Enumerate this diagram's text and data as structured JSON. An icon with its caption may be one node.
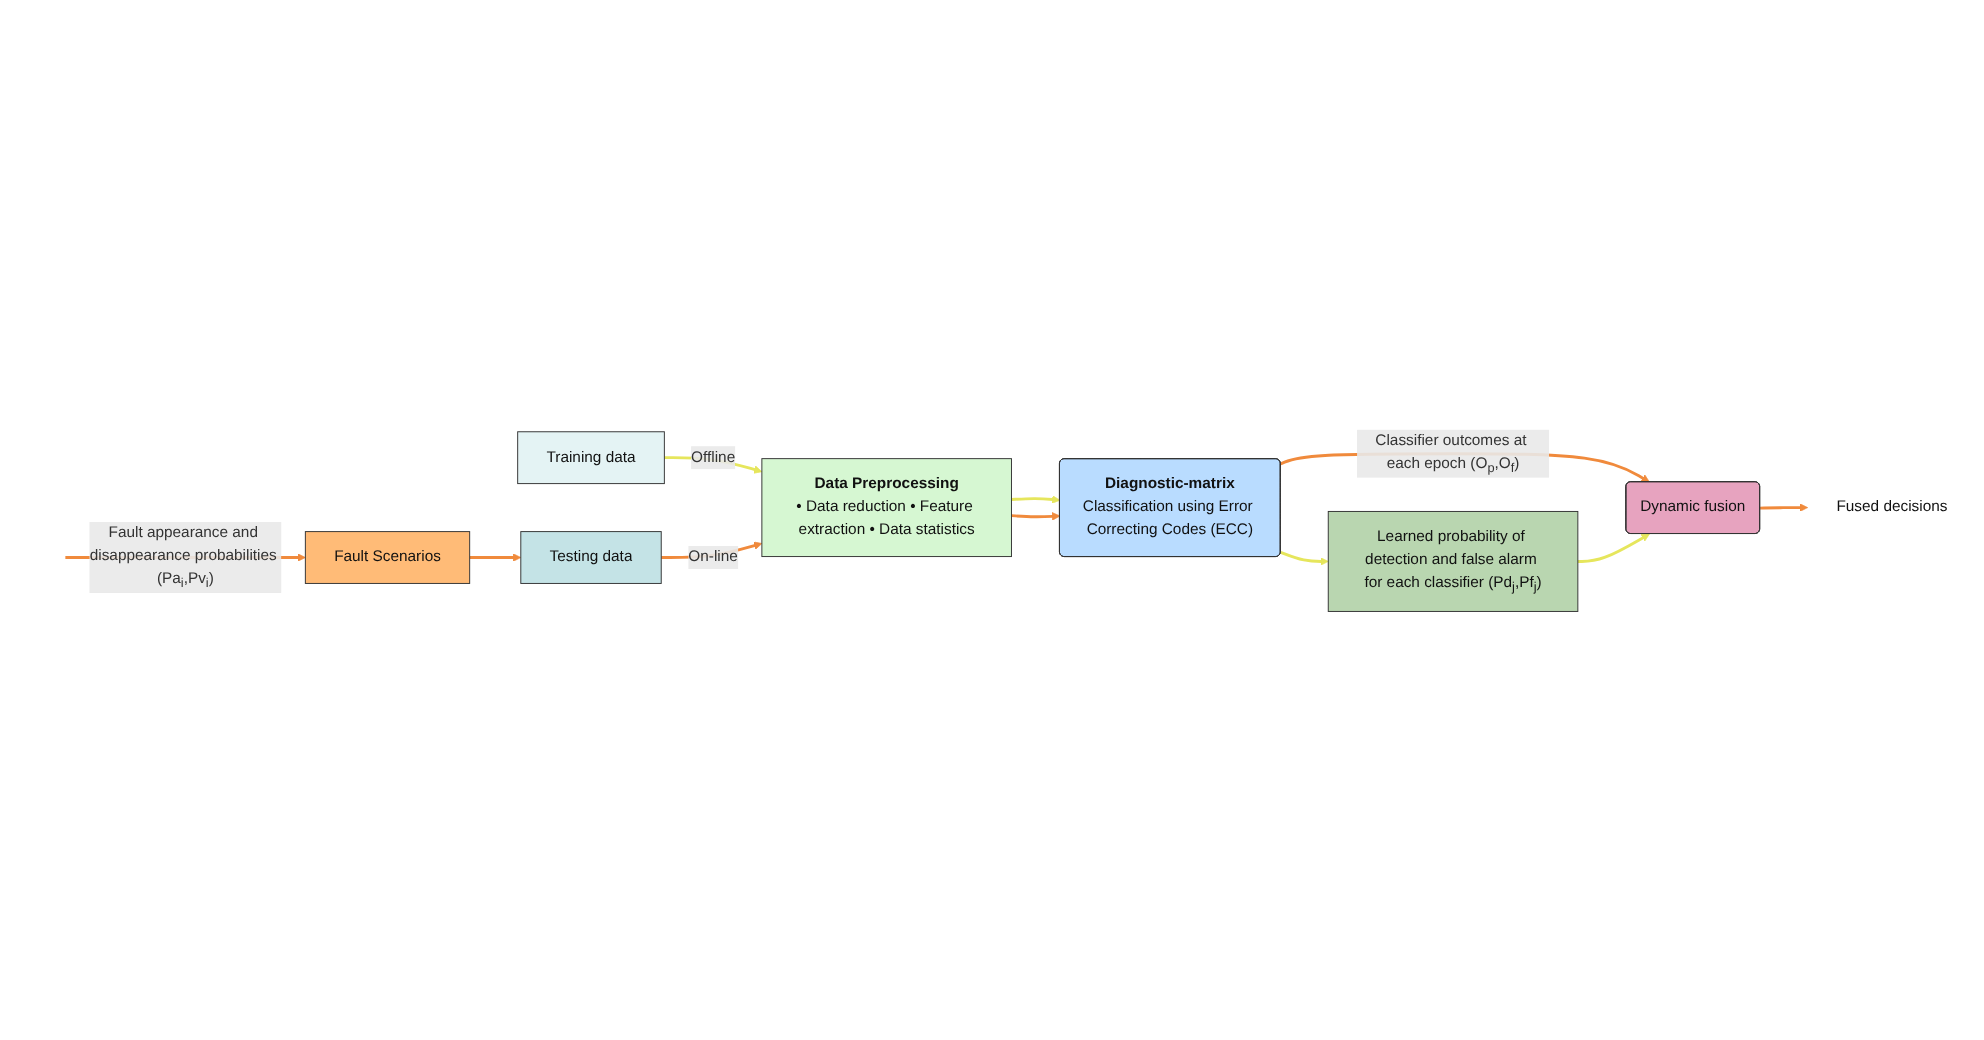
{
  "diagram": {
    "nodes": [
      {
        "text": [
          "Training data"
        ]
      },
      {
        "text": [
          "Testing data"
        ]
      },
      {
        "text": [
          "Data Preprocessing",
          "• Data reduction • Feature extraction • Data statistics"
        ]
      },
      {
        "text": [
          "Diagnostic-matrix",
          "Classification using Error Correcting Codes (ECC)"
        ]
      },
      {
        "text": [
          "Learned probability of detection and false alarm for each classifier (Pd$_{j}$,Pf$_{j}$)"
        ]
      },
      {
        "text": [
          "Fault Scenarios"
        ]
      },
      {
        "text": [
          "Dynamic fusion"
        ]
      },
      {
        "text": [
          "Fused decisions"
        ]
      }
    ],
    "edges": [
      {
        "from": 0,
        "to": 2,
        "arrow": "to",
        "label": "Offline",
        "color": "#e6e65c"
      },
      {
        "from": 1,
        "to": 2,
        "arrow": "to",
        "label": "On-line"
      },
      {
        "from": 5,
        "to": 1,
        "arrow": "to"
      },
      {
        "from": null,
        "to": 5,
        "arrow": "to",
        "label": "Fault appearance and disappearance probabilities (Pa$_{i}$,Pv$_{i}$)"
      },
      {
        "from": 2,
        "to": 3,
        "arrow": "to",
        "color": "#e6e65c"
      },
      {
        "from": 2,
        "to": 3,
        "arrow": "to"
      },
      {
        "from": 3,
        "to": 4,
        "arrow": "to",
        "color": "#e6e65c"
      },
      {
        "from": 3,
        "to": 6,
        "arrow": "to",
        "label": "Classifier outcomes at each epoch (O$_{p}$,O$_{f}$)"
      },
      {
        "from": 4,
        "to": 6,
        "arrow": "to",
        "color": "#e6e65c"
      },
      {
        "from": 6,
        "to": 7,
        "arrow": "to"
      }
    ]
  }
}
